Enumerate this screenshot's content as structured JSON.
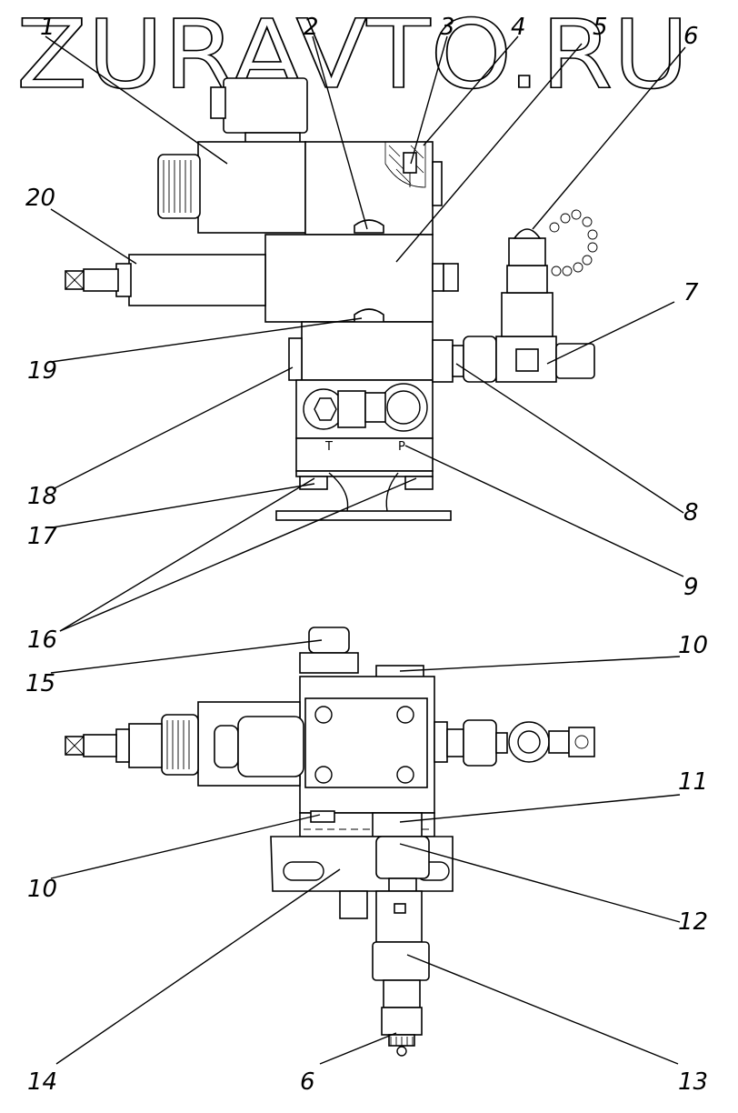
{
  "watermark": "ZURAVTO.RU",
  "port_labels": [
    "T",
    "P"
  ],
  "callouts": [
    "1",
    "2",
    "3",
    "4",
    "5",
    "6",
    "7",
    "8",
    "9",
    "10",
    "11",
    "12",
    "13",
    "14",
    "15",
    "16",
    "17",
    "18",
    "19",
    "20"
  ],
  "callouts_bottom": {
    "ten_right": "10",
    "ten_left": "10",
    "six_bottom": "6"
  }
}
